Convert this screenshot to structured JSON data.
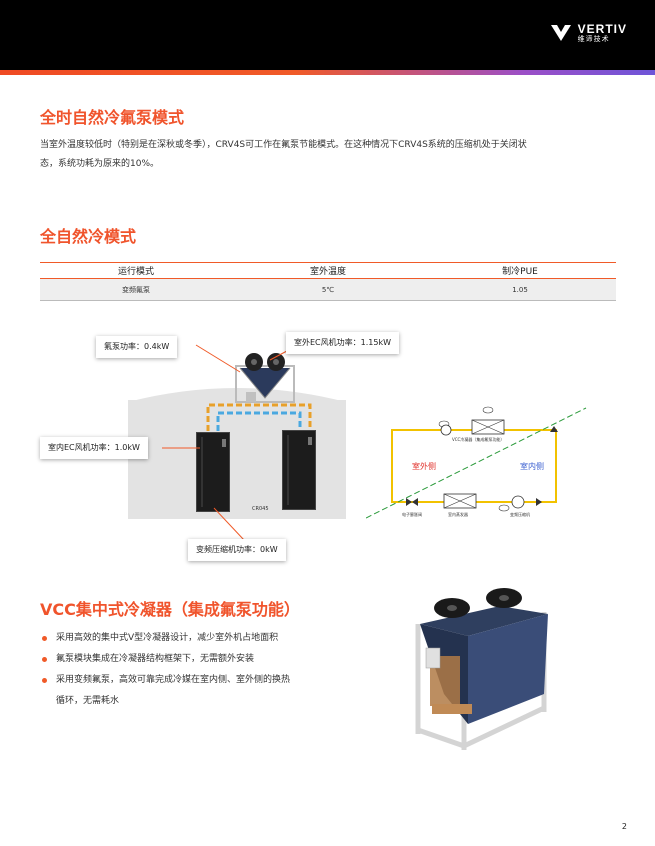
{
  "header": {
    "brand": "VERTIV",
    "brand_sub": "维谛技术"
  },
  "section1": {
    "title": "全时自然冷氟泵模式",
    "paragraph_line1": "当室外温度较低时（特别是在深秋或冬季），CRV4S可工作在氟泵节能模式。在这种情况下CRV4S系统的压缩机处于关闭状",
    "paragraph_line2": "态，系统功耗为原来的10%。"
  },
  "section2": {
    "title": "全自然冷模式",
    "table": {
      "headers": [
        "运行模式",
        "室外温度",
        "制冷PUE"
      ],
      "rows": [
        [
          "变频氟泵",
          "5℃",
          "1.05"
        ]
      ]
    }
  },
  "diagram": {
    "callouts": {
      "pump_power": "氟泵功率：0.4kW",
      "outdoor_fan_power": "室外EC风机功率：1.15kW",
      "indoor_fan_power": "室内EC风机功率：1.0kW",
      "compressor_power": "变频压缩机功率：0kW"
    },
    "unit_label": "CR045",
    "circuit": {
      "outdoor_side": "室外侧",
      "indoor_side": "室内侧",
      "top_label": "VCC冷凝器（集成氟泵功能）",
      "valve_label": "电子膨胀阀",
      "evaporator_label": "室内蒸发器",
      "compressor_label": "变频压缩机"
    }
  },
  "section3": {
    "title": "VCC集中式冷凝器（集成氟泵功能）",
    "bullets": [
      "采用高效的集中式V型冷凝器设计，减少室外机占地面积",
      "氟泵模块集成在冷凝器结构框架下，无需额外安装",
      "采用变频氟泵，高效可靠完成冷媒在室内侧、室外侧的换热",
      "循环，无需耗水"
    ]
  },
  "footer": {
    "page_number": "2"
  },
  "colors": {
    "accent": "#f0542c",
    "header_bg": "#000000",
    "gradient_end": "#6e55d8",
    "circuit_yellow": "#f2c200",
    "circuit_red": "#e0302a",
    "circuit_blue": "#3a5fd0",
    "divider_green": "#2a9a3a"
  }
}
